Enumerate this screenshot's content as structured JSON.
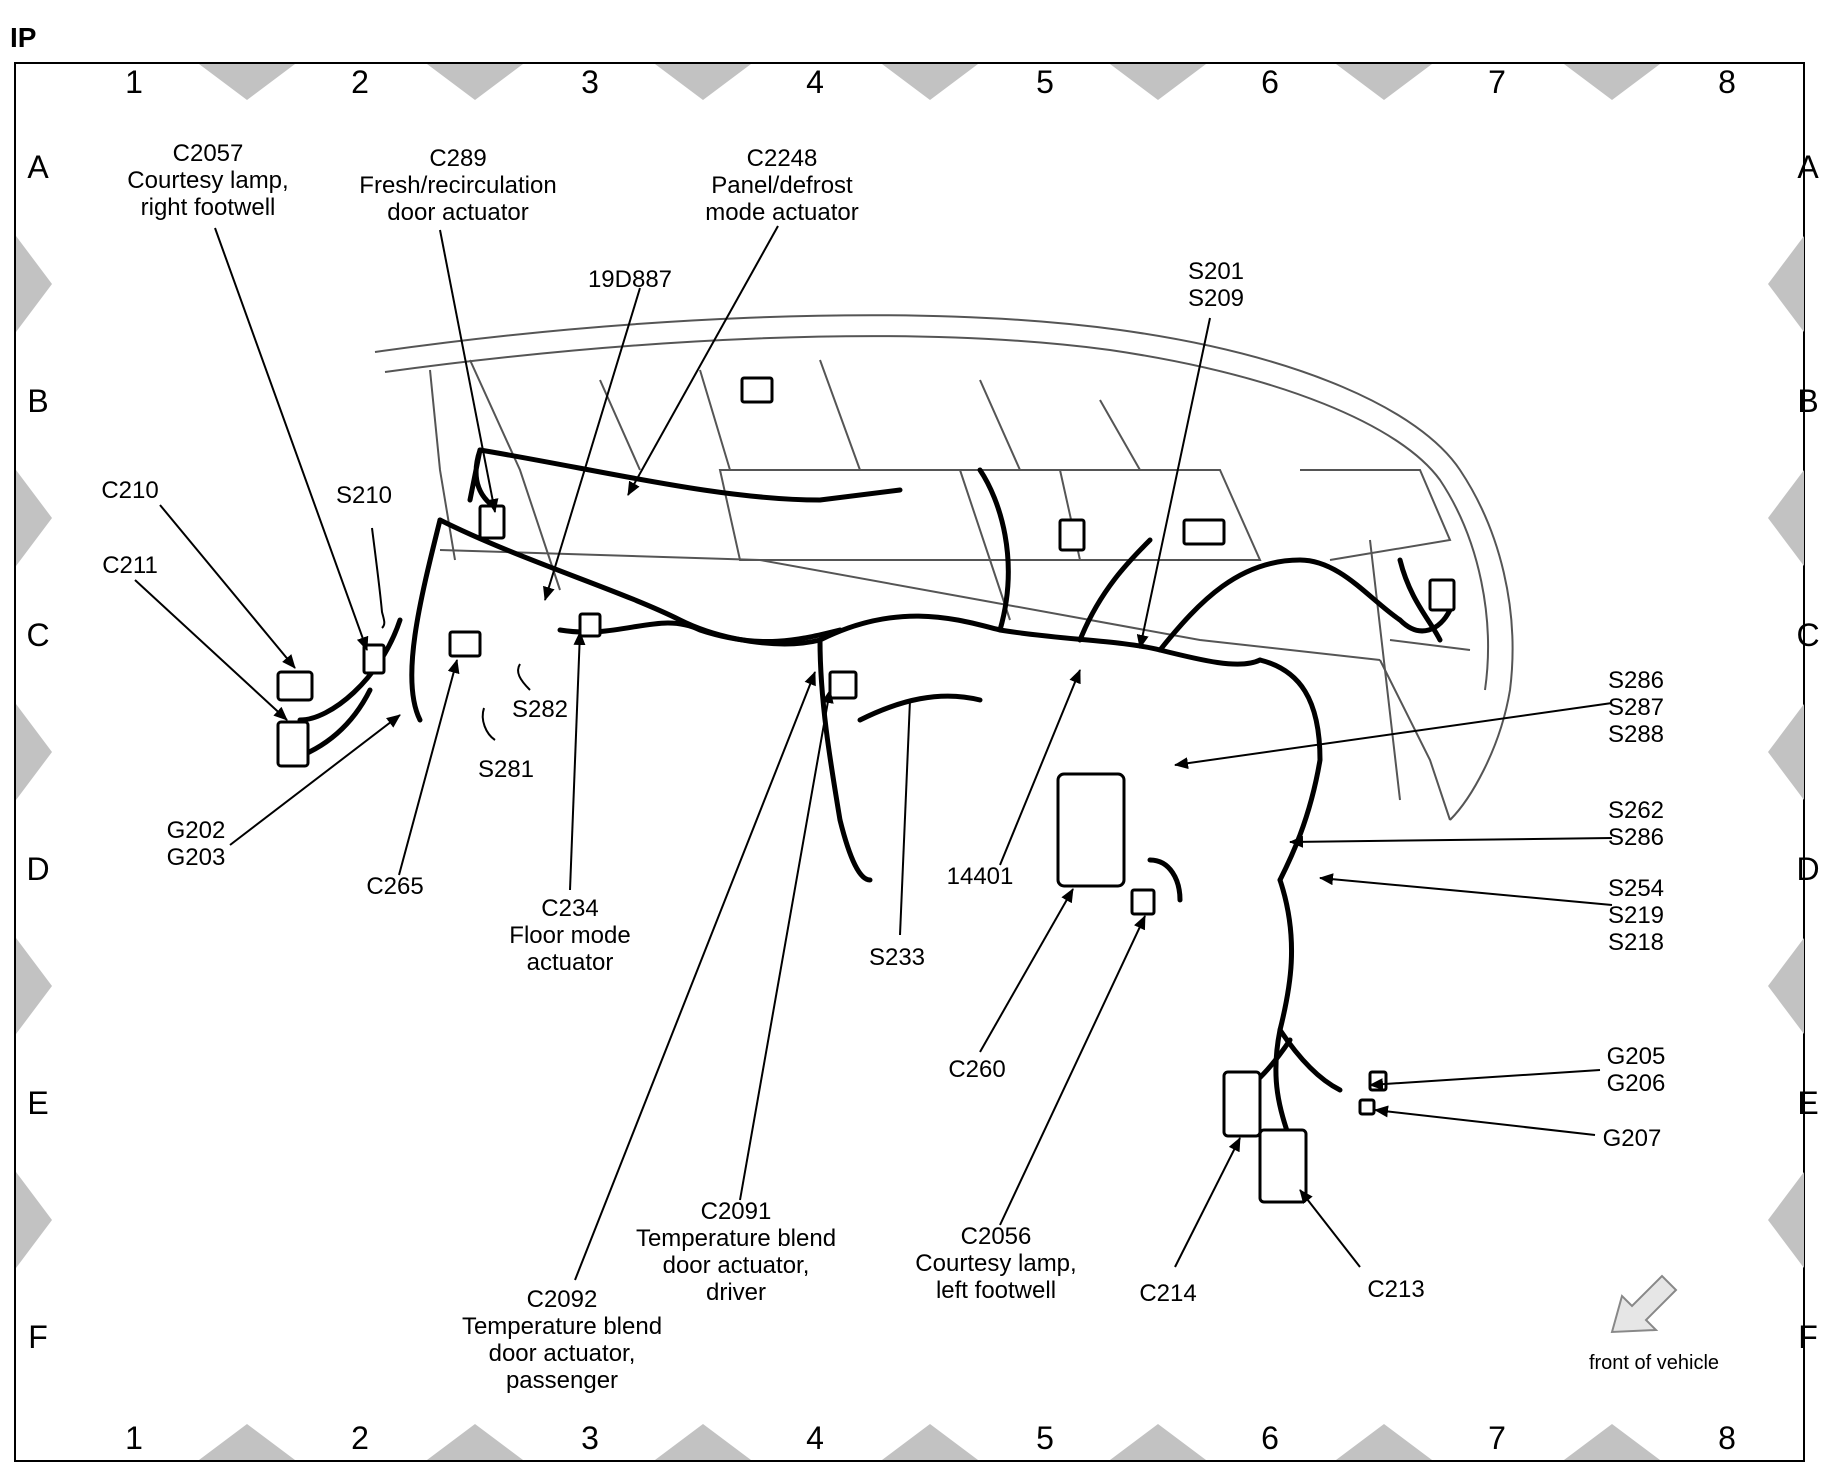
{
  "page_tag": "IP",
  "grid": {
    "columns": [
      "1",
      "2",
      "3",
      "4",
      "5",
      "6",
      "7",
      "8"
    ],
    "rows": [
      "A",
      "B",
      "C",
      "D",
      "E",
      "F"
    ]
  },
  "callouts": {
    "c2057": [
      "C2057",
      "Courtesy lamp,",
      "right footwell"
    ],
    "c289": [
      "C289",
      "Fresh/recirculation",
      "door actuator"
    ],
    "c2248": [
      "C2248",
      "Panel/defrost",
      "mode actuator"
    ],
    "p19d887": [
      "19D887"
    ],
    "s201": [
      "S201",
      "S209"
    ],
    "c210": [
      "C210"
    ],
    "c211": [
      "C211"
    ],
    "s210": [
      "S210"
    ],
    "s282": [
      "S282"
    ],
    "s281": [
      "S281"
    ],
    "g202": [
      "G202",
      "G203"
    ],
    "c265": [
      "C265"
    ],
    "c234": [
      "C234",
      "Floor mode",
      "actuator"
    ],
    "s233": [
      "S233"
    ],
    "p14401": [
      "14401"
    ],
    "s286": [
      "S286",
      "S287",
      "S288"
    ],
    "s262": [
      "S262",
      "S286"
    ],
    "s254": [
      "S254",
      "S219",
      "S218"
    ],
    "c260": [
      "C260"
    ],
    "g205": [
      "G205",
      "G206"
    ],
    "g207": [
      "G207"
    ],
    "c2091": [
      "C2091",
      "Temperature blend",
      "door actuator,",
      "driver"
    ],
    "c2056": [
      "C2056",
      "Courtesy lamp,",
      "left footwell"
    ],
    "c214": [
      "C214"
    ],
    "c213": [
      "C213"
    ],
    "c2092": [
      "C2092",
      "Temperature blend",
      "door actuator,",
      "passenger"
    ]
  },
  "front_of_vehicle": "front of vehicle"
}
